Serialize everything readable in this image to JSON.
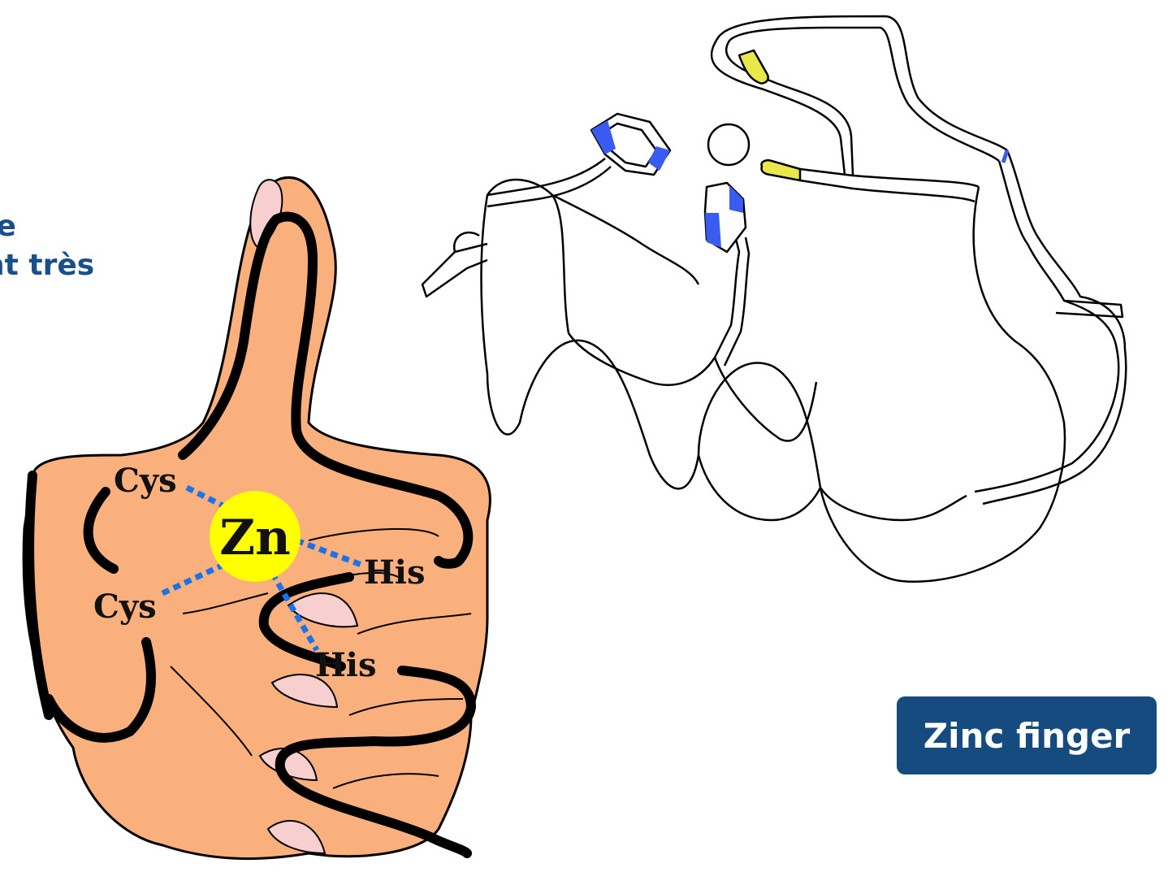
{
  "intro": {
    "line1": "t de",
    "line2": "nt très"
  },
  "hand": {
    "zinc": "Zn",
    "cys_top": "Cys",
    "cys_bottom": "Cys",
    "his_top": "His",
    "his_bottom": "His"
  },
  "badge": {
    "label": "Zinc finger"
  },
  "colors": {
    "skin": "#f9b07d",
    "nail": "#f8cfcf",
    "zinc": "#ffff00",
    "bond": "#1a73e8",
    "histidine": "#3a5bf0",
    "cysteine": "#e8e84a",
    "badge": "#164b80",
    "text_blue": "#1b4f8a"
  }
}
